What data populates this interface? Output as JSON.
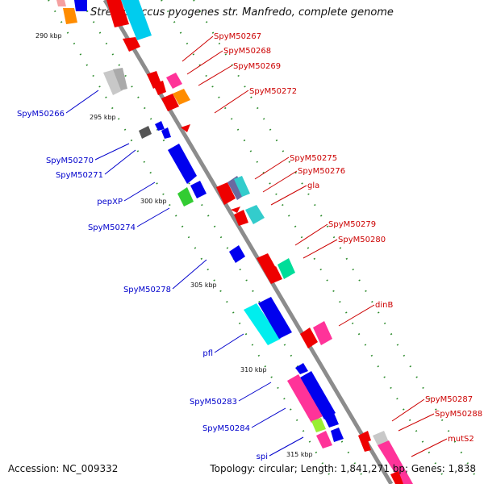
{
  "title": "Streptococcus pyogenes str. Manfredo, complete genome",
  "footer": {
    "accession": "Accession: NC_009332",
    "summary": "Topology: circular; Length: 1,841,271 bp; Genes: 1,838"
  },
  "scale": {
    "ticks": [
      "290 kbp",
      "295 kbp",
      "300 kbp",
      "305 kbp",
      "310 kbp",
      "315 kbp"
    ]
  },
  "colors": {
    "backbone": "#8c8c8c",
    "red_label": "#cc0000",
    "blue_label": "#0000cc",
    "dot": "#2a8a2a"
  },
  "labels": {
    "right": [
      "SpyM50267",
      "SpyM50268",
      "SpyM50269",
      "SpyM50272",
      "SpyM50275",
      "SpyM50276",
      "gla",
      "SpyM50279",
      "SpyM50280",
      "dinB",
      "SpyM50287",
      "SpyM50288",
      "mutS2"
    ],
    "left": [
      "SpyM50266",
      "SpyM50270",
      "SpyM50271",
      "pepXP",
      "SpyM50274",
      "SpyM50278",
      "pfl",
      "SpyM50283",
      "SpyM50284",
      "spi"
    ]
  }
}
